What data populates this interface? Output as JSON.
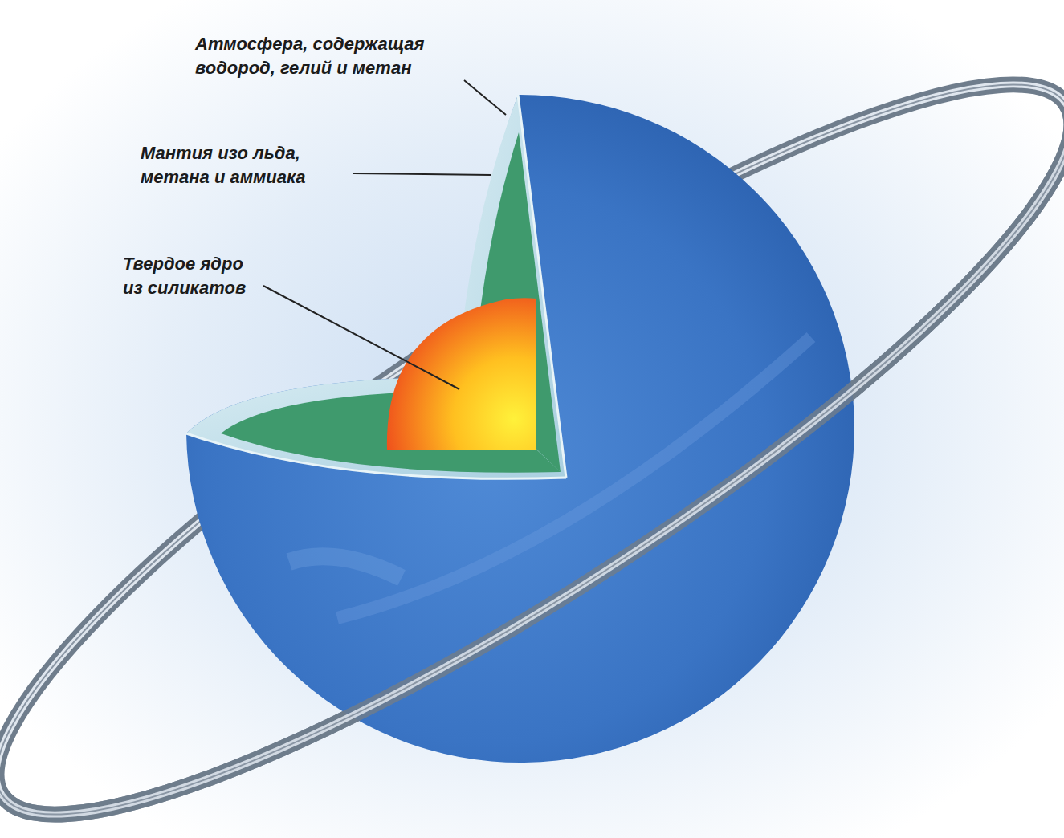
{
  "diagram": {
    "labels": [
      "Атмосфера, содержащая водород, гелий и метан",
      "Мантия изо льда, метана и аммиака",
      "Твердое ядро из силикатов"
    ]
  }
}
